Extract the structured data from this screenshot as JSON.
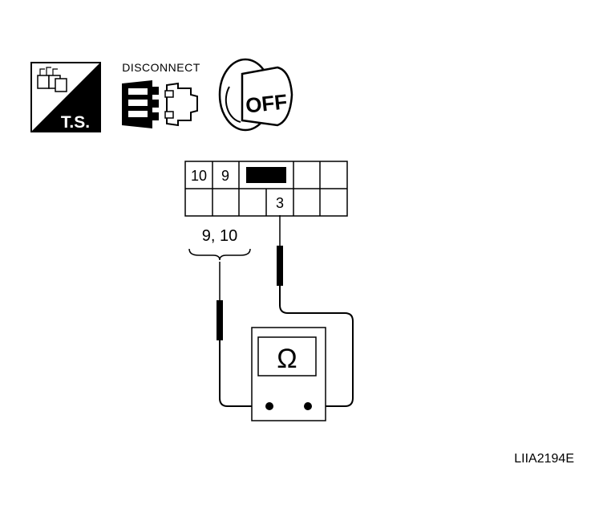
{
  "icons": {
    "ts_label": "T.S.",
    "disconnect_label": "DISCONNECT",
    "ignition_label": "OFF"
  },
  "connector": {
    "top_labels": [
      "10",
      "9"
    ],
    "bottom_label": "3"
  },
  "probes": {
    "group_label": "9, 10"
  },
  "meter": {
    "symbol": "Ω"
  },
  "figure_id": "LIIA2194E"
}
